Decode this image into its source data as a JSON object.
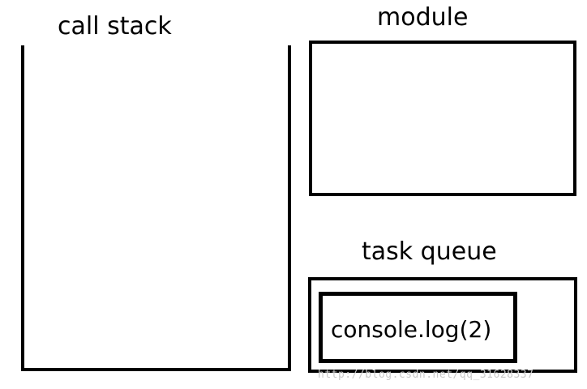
{
  "labels": {
    "call_stack": "call stack",
    "module": "module",
    "task_queue": "task queue"
  },
  "task_queue": {
    "items": [
      "console.log(2)"
    ]
  },
  "watermark": "http://blog.csdn.net/qq_31628337",
  "colors": {
    "line": "#000000",
    "background": "#ffffff",
    "watermark": "#c8c8c8"
  }
}
